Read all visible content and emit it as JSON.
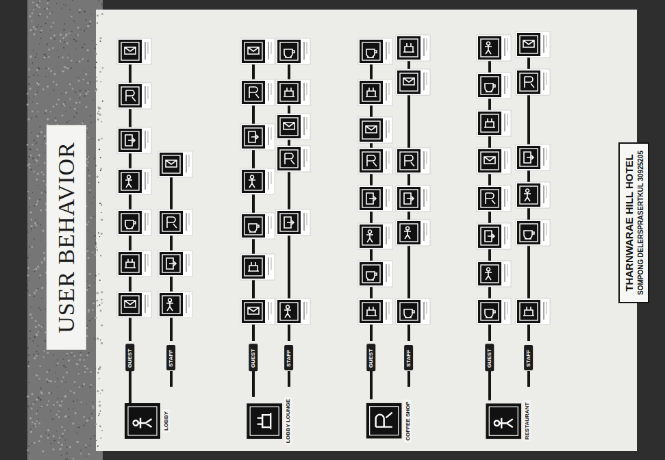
{
  "diagram": {
    "title": "USER BEHAVIOR",
    "nodes": [
      {
        "text": [
          "THARNWARAE HILL HOTEL",
          "SOMPONG DELERSPRASERTKUL 30925205"
        ]
      },
      {
        "text": [
          "LOBBY"
        ]
      },
      {
        "text": [
          "GUEST"
        ]
      },
      {
        "text": [
          "STAFF"
        ]
      },
      {
        "text": [
          "LOBBY LOUNGE"
        ]
      },
      {
        "text": [
          "GUEST"
        ]
      },
      {
        "text": [
          "STAFF"
        ]
      },
      {
        "text": [
          "COFFEE SHOP"
        ]
      },
      {
        "text": [
          "GUEST"
        ]
      },
      {
        "text": [
          "STAFF"
        ]
      },
      {
        "text": [
          "RESTAURANT"
        ]
      },
      {
        "text": [
          "GUEST"
        ]
      },
      {
        "text": [
          "STAFF"
        ]
      }
    ],
    "edges": [
      {
        "from": 1,
        "to": 2,
        "arrow": "none"
      },
      {
        "from": 4,
        "to": 5,
        "arrow": "none"
      },
      {
        "from": 7,
        "to": 8,
        "arrow": "none"
      },
      {
        "from": 10,
        "to": 11,
        "arrow": "none"
      }
    ]
  }
}
